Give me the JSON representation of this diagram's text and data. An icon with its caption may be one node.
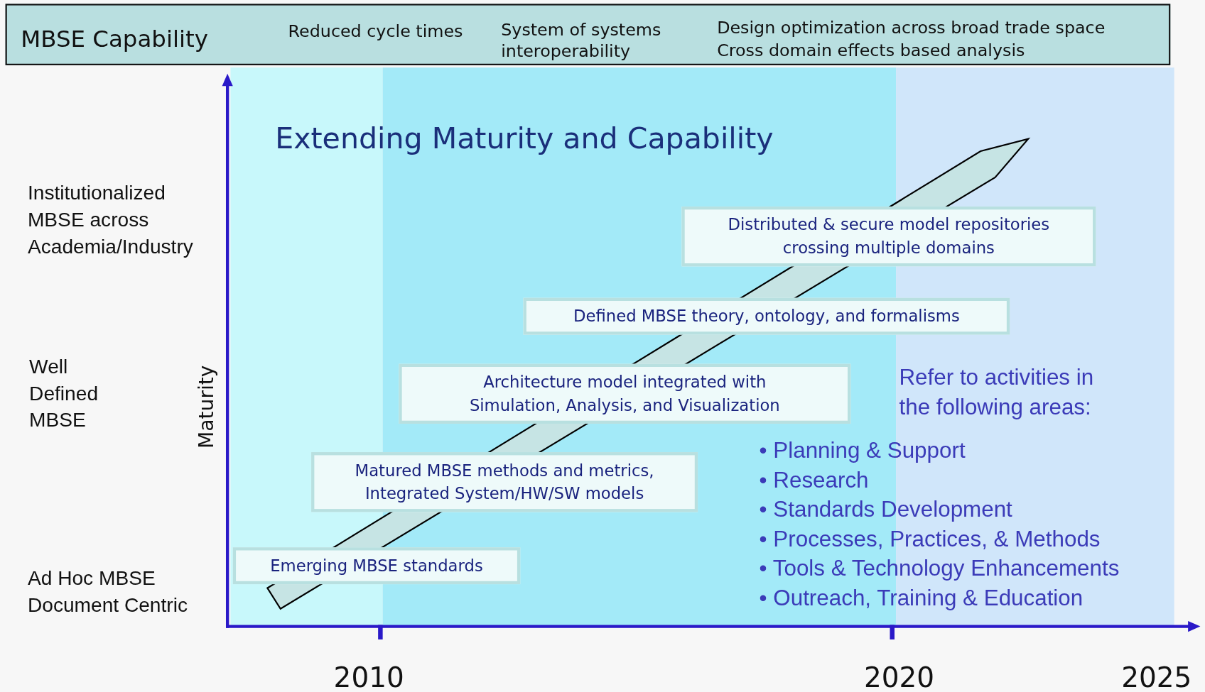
{
  "diagram": {
    "title": "Extending Maturity and Capability",
    "nodes": [
      {
        "text": [
          "MBSE Capability",
          "Reduced cycle times",
          "System of systems interoperability",
          "Design optimization across broad trade space",
          "Cross domain effects based analysis"
        ]
      },
      {
        "text": [
          "Emerging MBSE standards"
        ]
      },
      {
        "text": [
          "Matured MBSE methods and metrics, Integrated  System/HW/SW models"
        ]
      },
      {
        "text": [
          "Architecture model integrated with Simulation, Analysis, and Visualization"
        ]
      },
      {
        "text": [
          "Defined MBSE theory, ontology, and formalisms"
        ]
      },
      {
        "text": [
          "Distributed & secure model repositories crossing multiple domains"
        ]
      }
    ],
    "edges": [],
    "labels": [
      "Institutionalized MBSE across Academia/Industry",
      "Well Defined MBSE",
      "Ad Hoc MBSE Document Centric",
      "Maturity",
      "Refer to activities in the following areas:",
      "• Planning & Support",
      "• Research",
      "• Standards Development",
      "• Processes, Practices, & Methods",
      "• Tools & Technology Enhancements",
      "• Outreach, Training & Education",
      "2010",
      "2020",
      "2025"
    ]
  }
}
